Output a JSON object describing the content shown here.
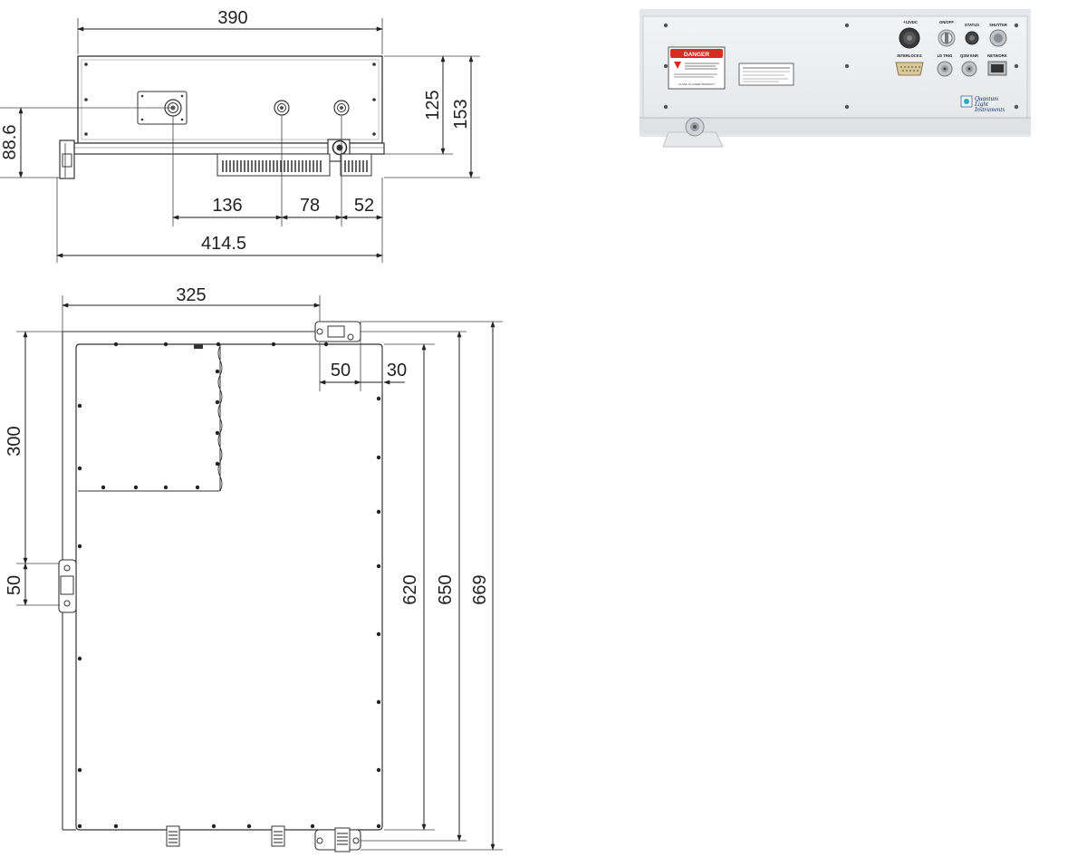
{
  "dimensions": {
    "front_width": "390",
    "front_height_body": "125",
    "front_height_total": "153",
    "connector_height": "88.6",
    "spacing_1": "136",
    "spacing_2": "78",
    "spacing_3": "52",
    "overall_width": "414.5",
    "top_width": "325",
    "foot_spacing": "50",
    "foot_offset": "30",
    "panel_depth": "300",
    "side_foot": "50",
    "body_length": "620",
    "foot_length": "650",
    "overall_length": "669"
  },
  "rear_panel": {
    "connectors": {
      "power": "+12VDC",
      "on_off": "ON/OFF",
      "status": "STATUS",
      "shutter": "SHUTTER",
      "interlocks": "INTERLOCKS",
      "ld_trig": "LD TRIG",
      "qsw_enr": "QSW ENR",
      "network": "NETWORK"
    },
    "danger_label": "DANGER",
    "laser_product": "CLASS IV LASER PRODUCT",
    "logo": [
      "Quantum",
      "Light",
      "Instruments"
    ]
  }
}
